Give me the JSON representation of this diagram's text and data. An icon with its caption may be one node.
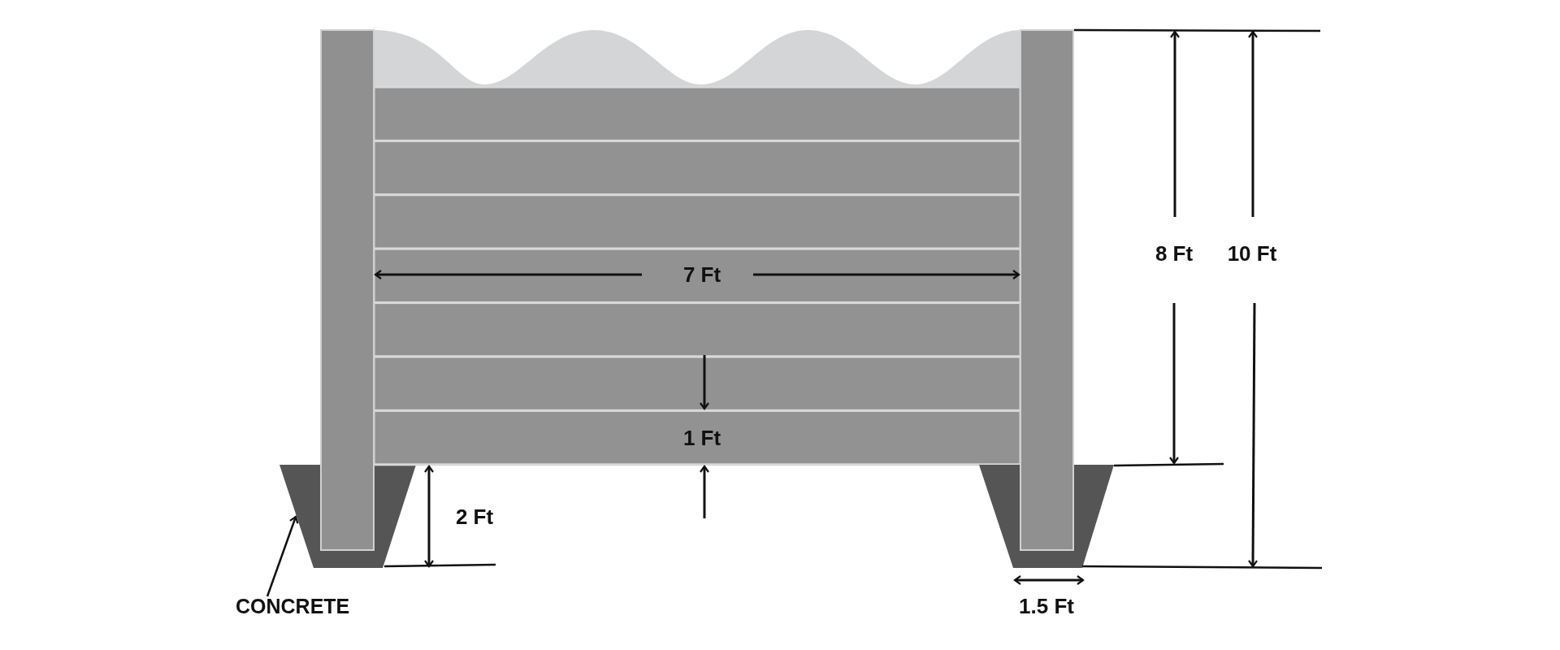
{
  "diagram": {
    "nodes": [
      {
        "text": [
          "CONCRETE"
        ]
      },
      {
        "text": [],
        "shape": "box"
      }
    ],
    "edges": [
      {
        "from": 0,
        "to": 1,
        "arrow": "to"
      }
    ],
    "labels": [
      "7 Ft",
      "8 Ft",
      "10 Ft",
      "1 Ft",
      "2 Ft",
      "1.5 Ft"
    ]
  }
}
